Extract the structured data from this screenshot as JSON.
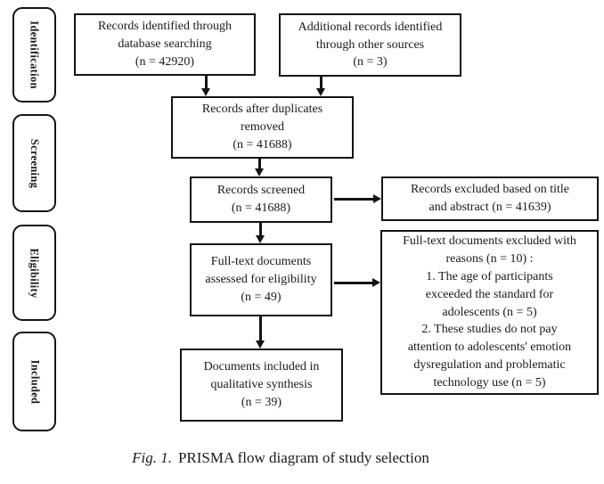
{
  "stages": [
    {
      "label": "Identification"
    },
    {
      "label": "Screening"
    },
    {
      "label": "Eligibility"
    },
    {
      "label": "Included"
    }
  ],
  "flow": {
    "identified": "Records identified through\ndatabase searching\n(n = 42920)",
    "additional": "Additional records identified\nthrough other sources\n(n = 3)",
    "duplicates_removed": "Records after duplicates\nremoved\n(n = 41688)",
    "screened": "Records screened\n(n = 41688)",
    "fulltext_assessed": "Full-text documents\nassessed for eligibility\n(n = 49)",
    "included_synthesis": "Documents included in\nqualitative synthesis\n(n = 39)",
    "excluded_title_abstract": "Records excluded based on title\nand abstract (n = 41639)",
    "fulltext_excluded": "Full-text documents excluded with\nreasons (n = 10) :\n1. The age of participants\nexceeded the standard for\nadolescents (n = 5)\n2. These studies do not pay\nattention to adolescents' emotion\ndysregulation and problematic\ntechnology use (n = 5)"
  },
  "caption": {
    "figure_label": "Fig. 1.",
    "text": "PRISMA flow diagram of study selection"
  },
  "colors": {
    "ink": "#141414",
    "background": "#ffffff"
  }
}
